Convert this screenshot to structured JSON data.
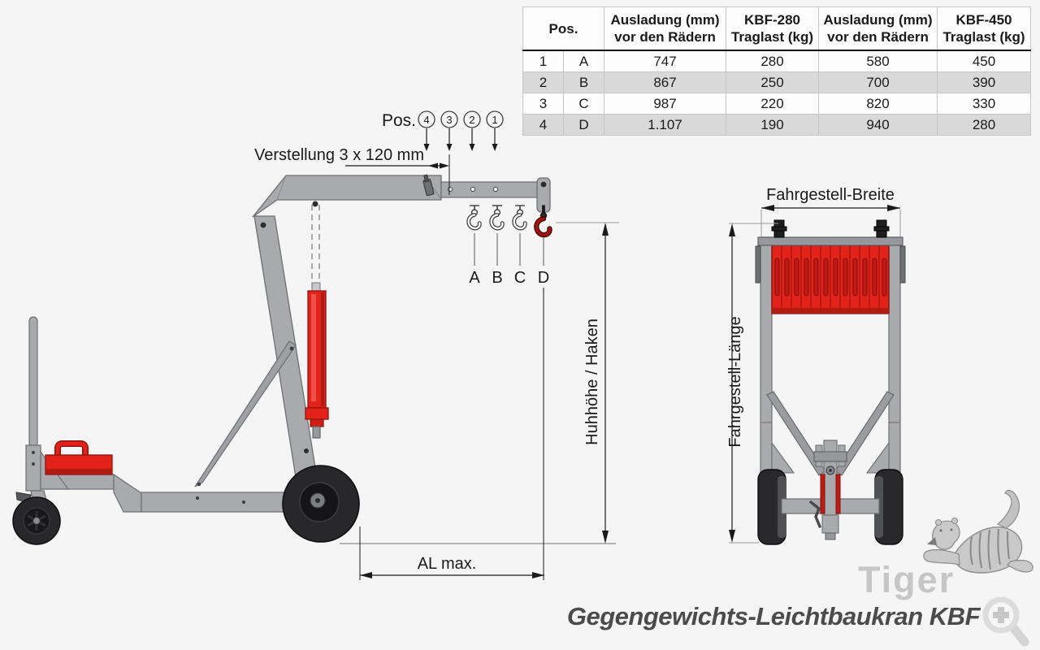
{
  "table": {
    "headers": {
      "pos": "Pos.",
      "cols": [
        {
          "line1": "Ausladung (mm)",
          "line2": "vor den Rädern"
        },
        {
          "line1": "KBF-280",
          "line2": "Traglast (kg)"
        },
        {
          "line1": "Ausladung (mm)",
          "line2": "vor den Rädern"
        },
        {
          "line1": "KBF-450",
          "line2": "Traglast (kg)"
        }
      ]
    },
    "rows": [
      {
        "cells": [
          "1",
          "A",
          "747",
          "280",
          "580",
          "450"
        ]
      },
      {
        "cells": [
          "2",
          "B",
          "867",
          "250",
          "700",
          "390"
        ]
      },
      {
        "cells": [
          "3",
          "C",
          "987",
          "220",
          "820",
          "330"
        ]
      },
      {
        "cells": [
          "4",
          "D",
          "1.107",
          "190",
          "940",
          "280"
        ]
      }
    ]
  },
  "side_view": {
    "pos_label": "Pos.",
    "position_markers": [
      "4",
      "3",
      "2",
      "1"
    ],
    "adjustment_label": "Verstellung 3 x 120 mm",
    "hook_labels": [
      "A",
      "B",
      "C",
      "D"
    ],
    "height_label": "Huhhöhe / Haken",
    "outreach_label": "AL max."
  },
  "front_view": {
    "width_label": "Fahrgestell-Breite",
    "length_label": "Fahrgestell-Länge"
  },
  "footer": {
    "title": "Gegengewichts-Leichtbaukran KBF",
    "brand": "Tiger"
  },
  "colors": {
    "crane_red": "#e32219",
    "crane_gray": "#a9aaad",
    "tire_black": "#28282a",
    "row_alt": "#d9d9d9",
    "dimension": "#1a1a1a"
  }
}
